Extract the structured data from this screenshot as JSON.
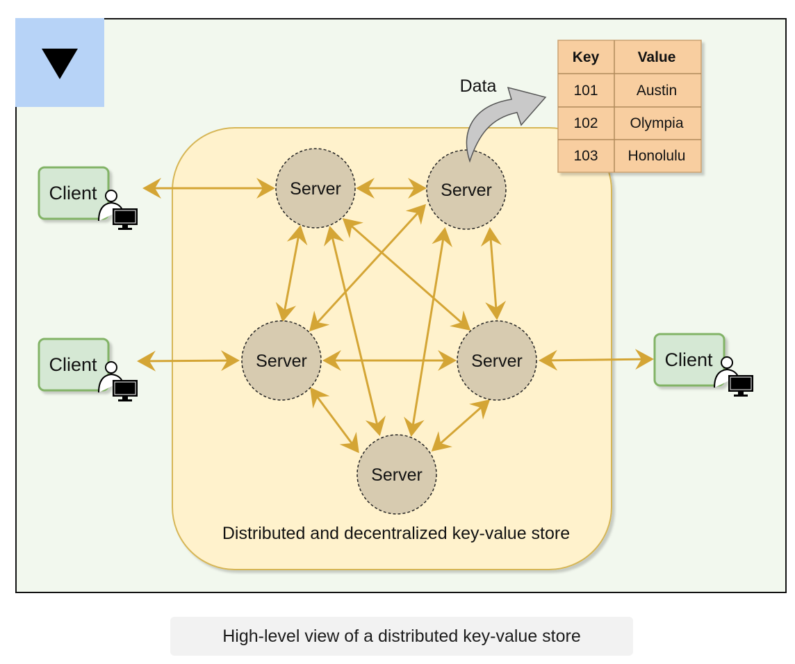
{
  "diagram": {
    "store_label": "Distributed and decentralized key-value store",
    "data_label": "Data",
    "server_label": "Server",
    "client_label": "Client",
    "servers": [
      "Server",
      "Server",
      "Server",
      "Server",
      "Server"
    ],
    "clients": [
      "Client",
      "Client",
      "Client"
    ],
    "colors": {
      "frame_bg": "#f2f8ee",
      "store_bg": "#fff2cc",
      "store_border": "#d6b656",
      "server_fill": "#d7cbb0",
      "arrow": "#d4a535",
      "client_fill": "#d5e8d4",
      "client_border": "#82b366",
      "table_fill": "#f8cea0",
      "toggle_bg": "#b7d3f7"
    },
    "table": {
      "headers": [
        "Key",
        "Value"
      ],
      "rows": [
        [
          "101",
          "Austin"
        ],
        [
          "102",
          "Olympia"
        ],
        [
          "103",
          "Honolulu"
        ]
      ]
    }
  },
  "caption": "High-level view of a distributed key-value store",
  "icons": [
    "collapse-triangle-icon",
    "user-computer-icon"
  ]
}
